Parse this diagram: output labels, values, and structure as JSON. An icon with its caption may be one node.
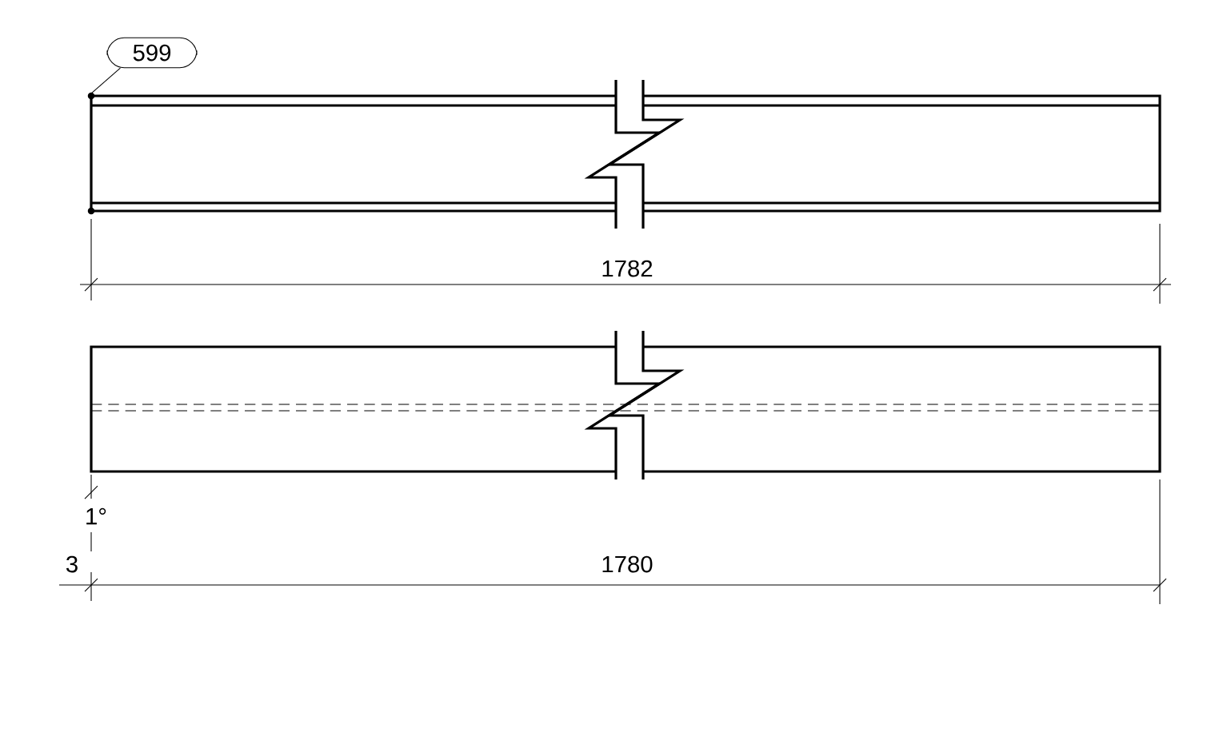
{
  "diagram": {
    "nodes": [
      {
        "text": [
          "599"
        ]
      },
      {
        "text": [],
        "shape": "bar"
      }
    ],
    "edges": [
      {
        "from": 0,
        "to": 1,
        "arrow": "none"
      }
    ],
    "labels": [
      "1782",
      "1°",
      "3",
      "1780"
    ]
  }
}
